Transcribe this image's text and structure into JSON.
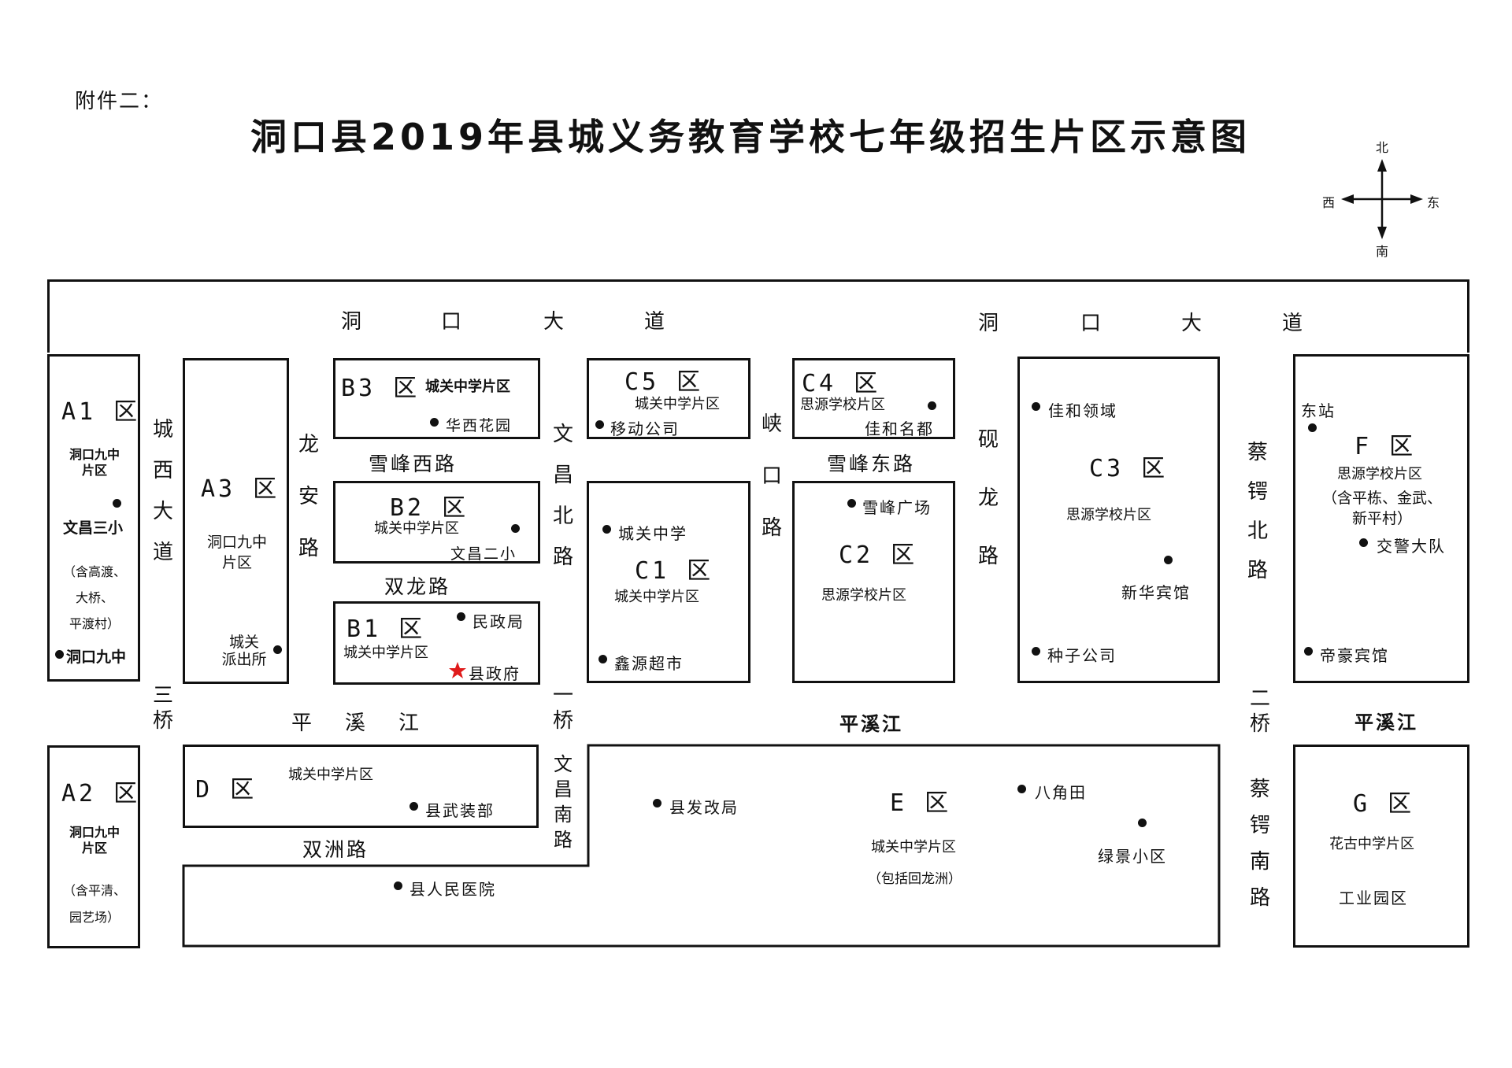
{
  "header": {
    "attachment": "附件二：",
    "title": "洞口县2019年县城义务教育学校七年级招生片区示意图"
  },
  "compass": {
    "north": "北",
    "south": "南",
    "west": "西",
    "east": "东"
  },
  "roads": {
    "top_left": [
      "洞",
      "口",
      "大",
      "道"
    ],
    "top_right": [
      "洞",
      "口",
      "大",
      "道"
    ],
    "chengxi": "城西大道",
    "longan": "龙安路",
    "wenchang_north": "文昌北路",
    "xiakou": "峡口路",
    "yanlong": "砚龙路",
    "caie_north": "蔡锷北路",
    "xuefeng_west": "雪峰西路",
    "shuanglong": "双龙路",
    "xuefeng_east": "雪峰东路",
    "river_left": [
      "平",
      "溪",
      "江"
    ],
    "river_mid": "平溪江",
    "river_right": "平溪江",
    "sanqiao": "三桥",
    "yiqiao": "一桥",
    "erqiao": "二桥",
    "wenchang_south": "文昌南路",
    "caie_south": "蔡锷南路",
    "shuangzhou": "双洲路"
  },
  "zones": {
    "A1": {
      "title": "A1 区",
      "school": "洞口九中\n片区",
      "place1": "文昌三小",
      "note": "（含高渡、\n大桥、\n平渡村）",
      "place2": "洞口九中"
    },
    "A3": {
      "title": "A3 区",
      "school": "洞口九中\n片区",
      "place": "城关\n派出所"
    },
    "B3": {
      "title": "B3 区",
      "school": "城关中学片区",
      "place": "华西花园"
    },
    "B2": {
      "title": "B2 区",
      "school": "城关中学片区",
      "place": "文昌二小"
    },
    "B1": {
      "title": "B1 区",
      "school": "城关中学片区",
      "place1": "民政局",
      "place2": "县政府"
    },
    "C5": {
      "title": "C5 区",
      "school": "城关中学片区",
      "place": "移动公司"
    },
    "C4": {
      "title": "C4 区",
      "school": "思源学校片区",
      "place": "佳和名都"
    },
    "C1": {
      "title": "C1 区",
      "school": "城关中学片区",
      "place1": "城关中学",
      "place2": "鑫源超市"
    },
    "C2": {
      "title": "C2 区",
      "school": "思源学校片区",
      "place": "雪峰广场"
    },
    "C3": {
      "title": "C3 区",
      "school": "思源学校片区",
      "place1": "佳和领域",
      "place2": "新华宾馆",
      "place3": "种子公司"
    },
    "F": {
      "title": "F 区",
      "school": "思源学校片区",
      "note": "（含平栋、金武、\n新平村）",
      "place1": "东站",
      "place2": "交警大队",
      "place3": "帝豪宾馆"
    },
    "A2": {
      "title": "A2 区",
      "school": "洞口九中\n片区",
      "note": "（含平清、\n园艺场）"
    },
    "D": {
      "title": "D 区",
      "school": "城关中学片区",
      "place": "县武装部"
    },
    "E": {
      "title": "E 区",
      "school": "城关中学片区",
      "note": "（包括回龙洲）",
      "place1": "县发改局",
      "place2": "八角田",
      "place3": "绿景小区",
      "place4": "县人民医院"
    },
    "G": {
      "title": "G 区",
      "school": "花古中学片区",
      "place": "工业园区"
    }
  },
  "colors": {
    "line": "#111111",
    "star": "#e01b1b",
    "background": "#ffffff"
  }
}
